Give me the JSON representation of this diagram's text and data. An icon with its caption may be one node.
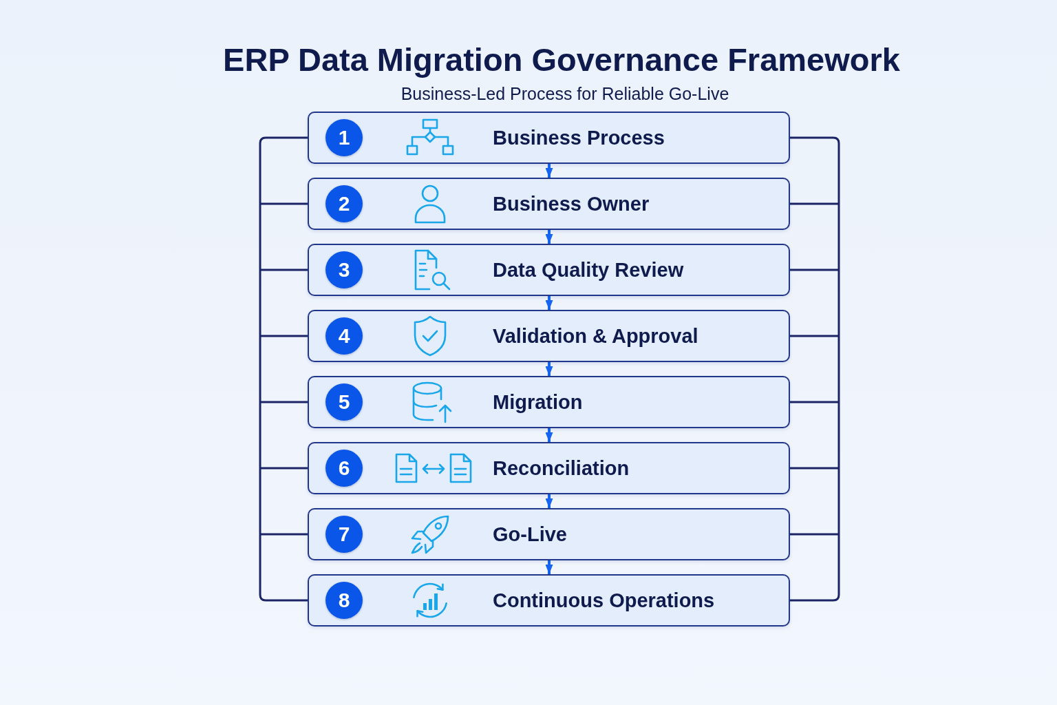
{
  "diagram": {
    "title": "ERP Data Migration Governance Framework",
    "nodes": [
      {
        "text": [
          "Business Process"
        ]
      },
      {
        "text": [
          "1"
        ],
        "in": 0
      },
      {
        "text": [
          "Business Owner"
        ]
      },
      {
        "text": [
          "2"
        ],
        "in": 2
      },
      {
        "text": [
          "Data Quality Review"
        ]
      },
      {
        "text": [
          "3"
        ],
        "in": 4
      },
      {
        "text": [
          "Validation & Approval"
        ]
      },
      {
        "text": [
          "4"
        ],
        "in": 6
      },
      {
        "text": [
          "Migration"
        ]
      },
      {
        "text": [
          "5"
        ],
        "in": 8
      },
      {
        "text": [
          "Reconciliation"
        ]
      },
      {
        "text": [
          "6"
        ],
        "in": 10
      },
      {
        "text": [
          "Go-Live"
        ]
      },
      {
        "text": [
          "7"
        ],
        "in": 12
      },
      {
        "text": [
          "Continuous Operations"
        ]
      },
      {
        "text": [
          "8"
        ],
        "in": 14
      }
    ],
    "edges": [
      {
        "from": 0,
        "to": 2,
        "arrow": "to"
      },
      {
        "from": 2,
        "to": 4,
        "arrow": "to"
      },
      {
        "from": 4,
        "to": 6,
        "arrow": "to"
      },
      {
        "from": 6,
        "to": 8,
        "arrow": "to"
      },
      {
        "from": 8,
        "to": 10,
        "arrow": "to"
      },
      {
        "from": 10,
        "to": 12,
        "arrow": "to"
      },
      {
        "from": 12,
        "to": 14,
        "arrow": "to"
      }
    ],
    "labels": [
      "Business-Led Process for Reliable Go-Live"
    ]
  }
}
